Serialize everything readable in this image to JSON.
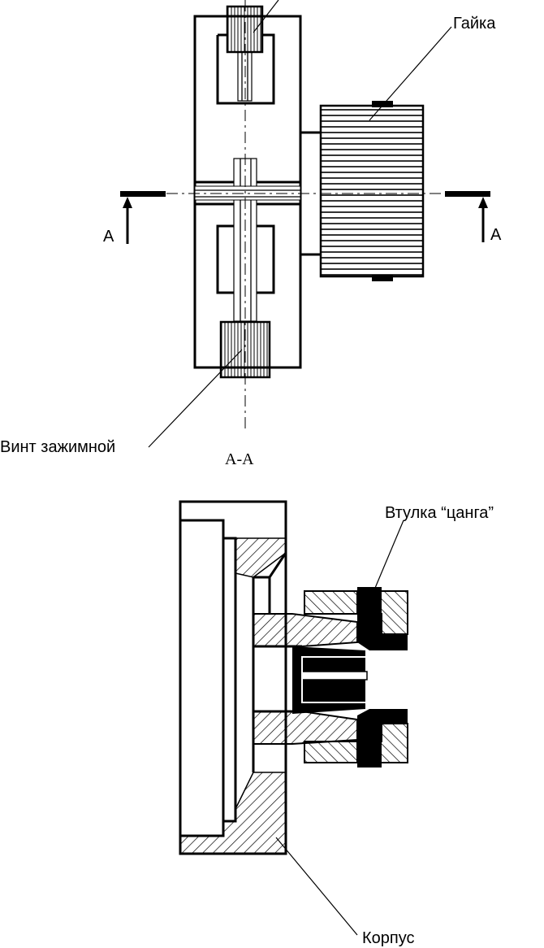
{
  "figure": {
    "labels": {
      "nut": "Гайка",
      "clamp_screw": "Винт зажимной",
      "section_title": "А-А",
      "section_mark_left": "A",
      "section_mark_right": "A",
      "collet": "Втулка “цанга”",
      "body": "Корпус"
    },
    "colors": {
      "line": "#000000",
      "background": "#ffffff"
    }
  }
}
